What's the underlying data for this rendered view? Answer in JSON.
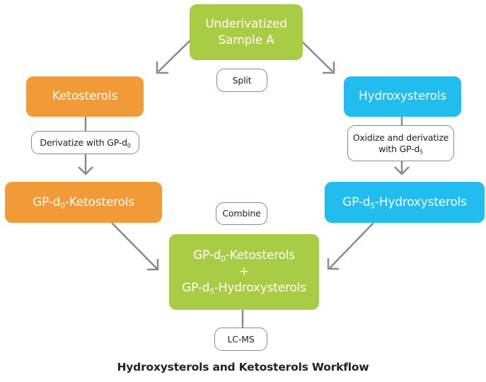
{
  "title": "Hydroxysterols and Ketosterols Workflow",
  "colors": {
    "green": "#a8cd45",
    "orange": "#f19a37",
    "blue": "#22bdef",
    "connector": "#8a8a8a"
  },
  "nodes": {
    "sample": {
      "line1": "Underivatized",
      "line2": "Sample A"
    },
    "ketosterols": {
      "label": "Ketosterols"
    },
    "hydroxysterols": {
      "label": "Hydroxysterols"
    },
    "gp_d0_ketosterols": {
      "prefix": "GP-d",
      "sub": "0",
      "suffix": "-Ketosterols"
    },
    "gp_d5_hydroxysterols": {
      "prefix": "GP-d",
      "sub": "5",
      "suffix": "-Hydroxysterols"
    },
    "combined": {
      "line1_prefix": "GP-d",
      "line1_sub": "0",
      "line1_suffix": "-Ketosterols",
      "plus": "+",
      "line3_prefix": "GP-d",
      "line3_sub": "5",
      "line3_suffix": "-Hydroxysterols"
    }
  },
  "steps": {
    "split": "Split",
    "derivatize": {
      "prefix": "Derivatize with GP-d",
      "sub": "0"
    },
    "oxidize": {
      "line1": "Oxidize and derivatize",
      "line2_prefix": "with GP-d",
      "line2_sub": "5"
    },
    "combine": "Combine",
    "lcms": "LC-MS"
  },
  "edges": [
    {
      "from": "sample",
      "to": "ketosterols",
      "type": "arrow"
    },
    {
      "from": "sample",
      "to": "hydroxysterols",
      "type": "arrow"
    },
    {
      "from": "ketosterols",
      "to": "gp_d0_ketosterols",
      "via": "derivatize",
      "type": "arrow"
    },
    {
      "from": "hydroxysterols",
      "to": "gp_d5_hydroxysterols",
      "via": "oxidize",
      "type": "arrow"
    },
    {
      "from": "gp_d0_ketosterols",
      "to": "combined",
      "type": "arrow"
    },
    {
      "from": "gp_d5_hydroxysterols",
      "to": "combined",
      "type": "arrow"
    },
    {
      "from": "combined",
      "to": "lcms",
      "type": "line"
    }
  ]
}
